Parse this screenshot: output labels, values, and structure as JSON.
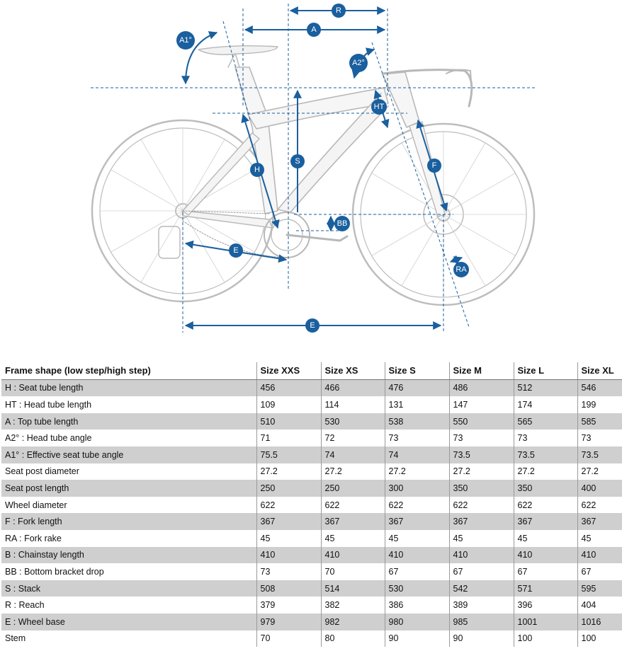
{
  "colors": {
    "accent": "#1a5f9e",
    "shade": "#cfcfcf",
    "frame": "#b8b8b8"
  },
  "diagram": {
    "labels": {
      "R": "R",
      "A": "A",
      "A1": "A1°",
      "A2": "A2°",
      "HT": "HT",
      "S": "S",
      "H": "H",
      "F": "F",
      "BB": "BB",
      "E_chainstay": "E",
      "RA": "RA",
      "E_wheelbase": "E"
    }
  },
  "table": {
    "headers": [
      "Frame shape (low step/high step)",
      "Size XXS",
      "Size XS",
      "Size S",
      "Size M",
      "Size L",
      "Size XL"
    ],
    "rows": [
      {
        "label": "H : Seat tube length",
        "values": [
          "456",
          "466",
          "476",
          "486",
          "512",
          "546"
        ]
      },
      {
        "label": "HT : Head tube length",
        "values": [
          "109",
          "114",
          "131",
          "147",
          "174",
          "199"
        ]
      },
      {
        "label": "A : Top tube length",
        "values": [
          "510",
          "530",
          "538",
          "550",
          "565",
          "585"
        ]
      },
      {
        "label": "A2° : Head tube angle",
        "values": [
          "71",
          "72",
          "73",
          "73",
          "73",
          "73"
        ]
      },
      {
        "label": "A1° : Effective seat tube angle",
        "values": [
          "75.5",
          "74",
          "74",
          "73.5",
          "73.5",
          "73.5"
        ]
      },
      {
        "label": "Seat post diameter",
        "values": [
          "27.2",
          "27.2",
          "27.2",
          "27.2",
          "27.2",
          "27.2"
        ]
      },
      {
        "label": "Seat post length",
        "values": [
          "250",
          "250",
          "300",
          "350",
          "350",
          "400"
        ]
      },
      {
        "label": "Wheel diameter",
        "values": [
          "622",
          "622",
          "622",
          "622",
          "622",
          "622"
        ]
      },
      {
        "label": "F : Fork length",
        "values": [
          "367",
          "367",
          "367",
          "367",
          "367",
          "367"
        ]
      },
      {
        "label": "RA : Fork rake",
        "values": [
          "45",
          "45",
          "45",
          "45",
          "45",
          "45"
        ]
      },
      {
        "label": "B : Chainstay length",
        "values": [
          "410",
          "410",
          "410",
          "410",
          "410",
          "410"
        ]
      },
      {
        "label": "BB : Bottom bracket drop",
        "values": [
          "73",
          "70",
          "67",
          "67",
          "67",
          "67"
        ]
      },
      {
        "label": "S : Stack",
        "values": [
          "508",
          "514",
          "530",
          "542",
          "571",
          "595"
        ]
      },
      {
        "label": "R : Reach",
        "values": [
          "379",
          "382",
          "386",
          "389",
          "396",
          "404"
        ]
      },
      {
        "label": "E : Wheel base",
        "values": [
          "979",
          "982",
          "980",
          "985",
          "1001",
          "1016"
        ]
      },
      {
        "label": "Stem",
        "values": [
          "70",
          "80",
          "90",
          "90",
          "100",
          "100"
        ]
      }
    ]
  }
}
